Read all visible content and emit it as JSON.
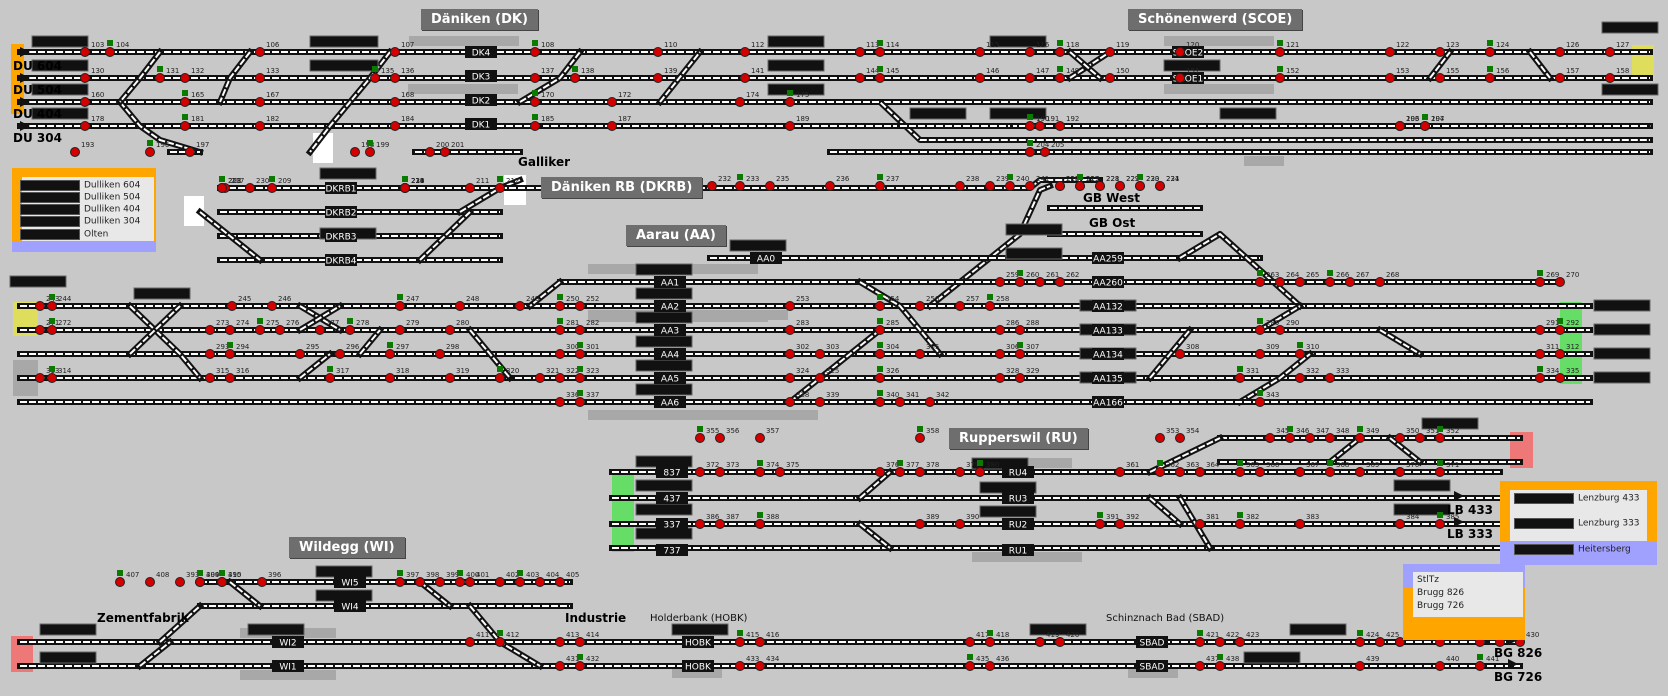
{
  "titles": {
    "daeniken": "Däniken (DK)",
    "schoenenwerd": "Schönenwerd (SCOE)",
    "daeniken_rb": "Däniken RB (DKRB)",
    "aarau": "Aarau (AA)",
    "rupperswil": "Rupperswil (RU)",
    "wildegg": "Wildegg (WI)"
  },
  "plain": {
    "holderbank": "Holderbank (HOBK)",
    "schinznach": "Schinznach Bad (SBAD)"
  },
  "places": {
    "galliker": "Galliker",
    "gb_west": "GB West",
    "gb_ost": "GB Ost",
    "industrie": "Industrie",
    "zementfabrik": "Zementfabrik"
  },
  "ends": {
    "du604": "DU 604",
    "du504": "DU 504",
    "du404": "DU 404",
    "du304": "DU 304",
    "lb433": "LB 433",
    "lb333": "LB 333",
    "bg826": "BG 826",
    "bg726": "BG 726"
  },
  "panels": {
    "olten": [
      "Dulliken 604",
      "Dulliken 504",
      "Dulliken 404",
      "Dulliken 304",
      "Olten"
    ],
    "lenzburg": [
      "Lenzburg 433",
      "Lenzburg 333",
      "Heitersberg"
    ],
    "brugg": [
      "StlTz",
      "Brugg 826",
      "Brugg 726"
    ]
  },
  "tracks": {
    "dk": [
      "DK4",
      "DK3",
      "DK2",
      "DK1"
    ],
    "scoe": [
      "SCOE2",
      "SCOE1"
    ],
    "dkrb": [
      "DKRB1",
      "DKRB2",
      "DKRB3",
      "DKRB4"
    ],
    "aa0": "AA0",
    "aa": [
      "AA1",
      "AA2",
      "AA3",
      "AA4",
      "AA5",
      "AA6"
    ],
    "aa_east": [
      "AA259",
      "AA260",
      "AA132",
      "AA133",
      "AA134",
      "AA135",
      "AA166"
    ],
    "ru": [
      "RU4",
      "RU3",
      "RU2",
      "RU1"
    ],
    "ru_west": [
      "837",
      "437",
      "337",
      "737"
    ],
    "wi": [
      "WI5",
      "WI4",
      "WI2",
      "WI1"
    ],
    "hobk": [
      "HOBK",
      "HOBK"
    ],
    "sbad": [
      "SBAD",
      "SBAD"
    ]
  },
  "signals": {
    "dk_a": [
      "103",
      "104",
      "106",
      "107",
      "108",
      "110",
      "112"
    ],
    "dk_b": [
      "130",
      "131",
      "132",
      "133",
      "135",
      "136",
      "137",
      "138",
      "139",
      "141"
    ],
    "dk_c": [
      "160",
      "165",
      "167",
      "168",
      "170",
      "172",
      "174",
      "175"
    ],
    "dk_d": [
      "178",
      "181",
      "182",
      "184",
      "185",
      "187",
      "189",
      "190",
      "191",
      "192"
    ],
    "dk_e": [
      "193",
      "196",
      "197",
      "198",
      "199",
      "200",
      "201",
      "204",
      "205"
    ],
    "scoe_a": [
      "113",
      "114",
      "115",
      "116",
      "118",
      "119",
      "120",
      "121",
      "122",
      "123",
      "124",
      "126",
      "127"
    ],
    "scoe_b": [
      "144",
      "145",
      "146",
      "147",
      "149",
      "150",
      "151",
      "152",
      "153",
      "155",
      "156",
      "157",
      "158"
    ],
    "scoe_c": [
      "193",
      "194",
      "206",
      "207"
    ],
    "dkrb": [
      "208",
      "209",
      "210",
      "211",
      "212",
      "217",
      "218",
      "221",
      "224",
      "230",
      "231"
    ],
    "gb": [
      "212",
      "213",
      "221",
      "222",
      "223",
      "224",
      "226",
      "227",
      "228",
      "229",
      "230",
      "231",
      "232",
      "233",
      "235",
      "236",
      "237",
      "238",
      "239",
      "240",
      "241"
    ],
    "aa_w": [
      "243",
      "244",
      "245",
      "246",
      "247",
      "248",
      "249",
      "250",
      "252",
      "253",
      "254",
      "256",
      "257",
      "258"
    ],
    "aa_m": [
      "259",
      "260",
      "261",
      "262",
      "263",
      "264",
      "265",
      "266",
      "267",
      "268",
      "269",
      "270"
    ],
    "aa_r": [
      "271",
      "272",
      "273",
      "274",
      "275",
      "276",
      "277",
      "278",
      "279",
      "280",
      "281",
      "282",
      "283",
      "285",
      "286",
      "288",
      "289",
      "290",
      "291",
      "292"
    ],
    "aa_s": [
      "293",
      "294",
      "295",
      "296",
      "297",
      "298",
      "300",
      "301",
      "302",
      "303",
      "304",
      "305",
      "306",
      "307",
      "308",
      "309",
      "310",
      "311",
      "312"
    ],
    "aa_t": [
      "313",
      "314",
      "315",
      "316",
      "317",
      "318",
      "319",
      "320",
      "321",
      "322",
      "323",
      "324",
      "325",
      "326",
      "328",
      "329",
      "331",
      "332",
      "333",
      "334",
      "335"
    ],
    "aa_u": [
      "336",
      "337",
      "338",
      "339",
      "340",
      "341",
      "342",
      "343"
    ],
    "ru_a": [
      "345",
      "346",
      "347",
      "348",
      "349",
      "350",
      "351",
      "352",
      "353",
      "354",
      "355",
      "356",
      "357",
      "358",
      "359",
      "360"
    ],
    "ru_b": [
      "361",
      "362",
      "363",
      "364",
      "365",
      "366",
      "367",
      "368",
      "369",
      "370",
      "371",
      "372",
      "373",
      "374",
      "375",
      "376",
      "377",
      "378",
      "379",
      "380"
    ],
    "ru_c": [
      "381",
      "382",
      "383",
      "384",
      "385",
      "386",
      "387",
      "388",
      "389",
      "390",
      "391",
      "392"
    ],
    "wi_a": [
      "393",
      "394",
      "395",
      "396",
      "397",
      "398",
      "399",
      "400",
      "401",
      "402",
      "403",
      "404",
      "405",
      "407",
      "408",
      "409",
      "410"
    ],
    "wi_b": [
      "411",
      "412",
      "413",
      "414",
      "415",
      "416",
      "417",
      "418",
      "419",
      "420",
      "421",
      "422",
      "423",
      "424",
      "425",
      "426",
      "427",
      "428",
      "429",
      "430"
    ],
    "wi_c": [
      "431",
      "432",
      "433",
      "434",
      "435",
      "436",
      "437",
      "438",
      "439",
      "440",
      "441"
    ]
  },
  "colors": {
    "track": "#ffffff",
    "track_border": "#111111",
    "signal_red": "#d40000",
    "signal_green": "#0a7a00",
    "occupied": "#a8a8a8",
    "orange": "#ffa500",
    "purple": "#a0a0ff",
    "green": "#66dd66",
    "yellow": "#dede5c",
    "pink": "#ee7777",
    "title_bg": "#6e6e6e"
  }
}
